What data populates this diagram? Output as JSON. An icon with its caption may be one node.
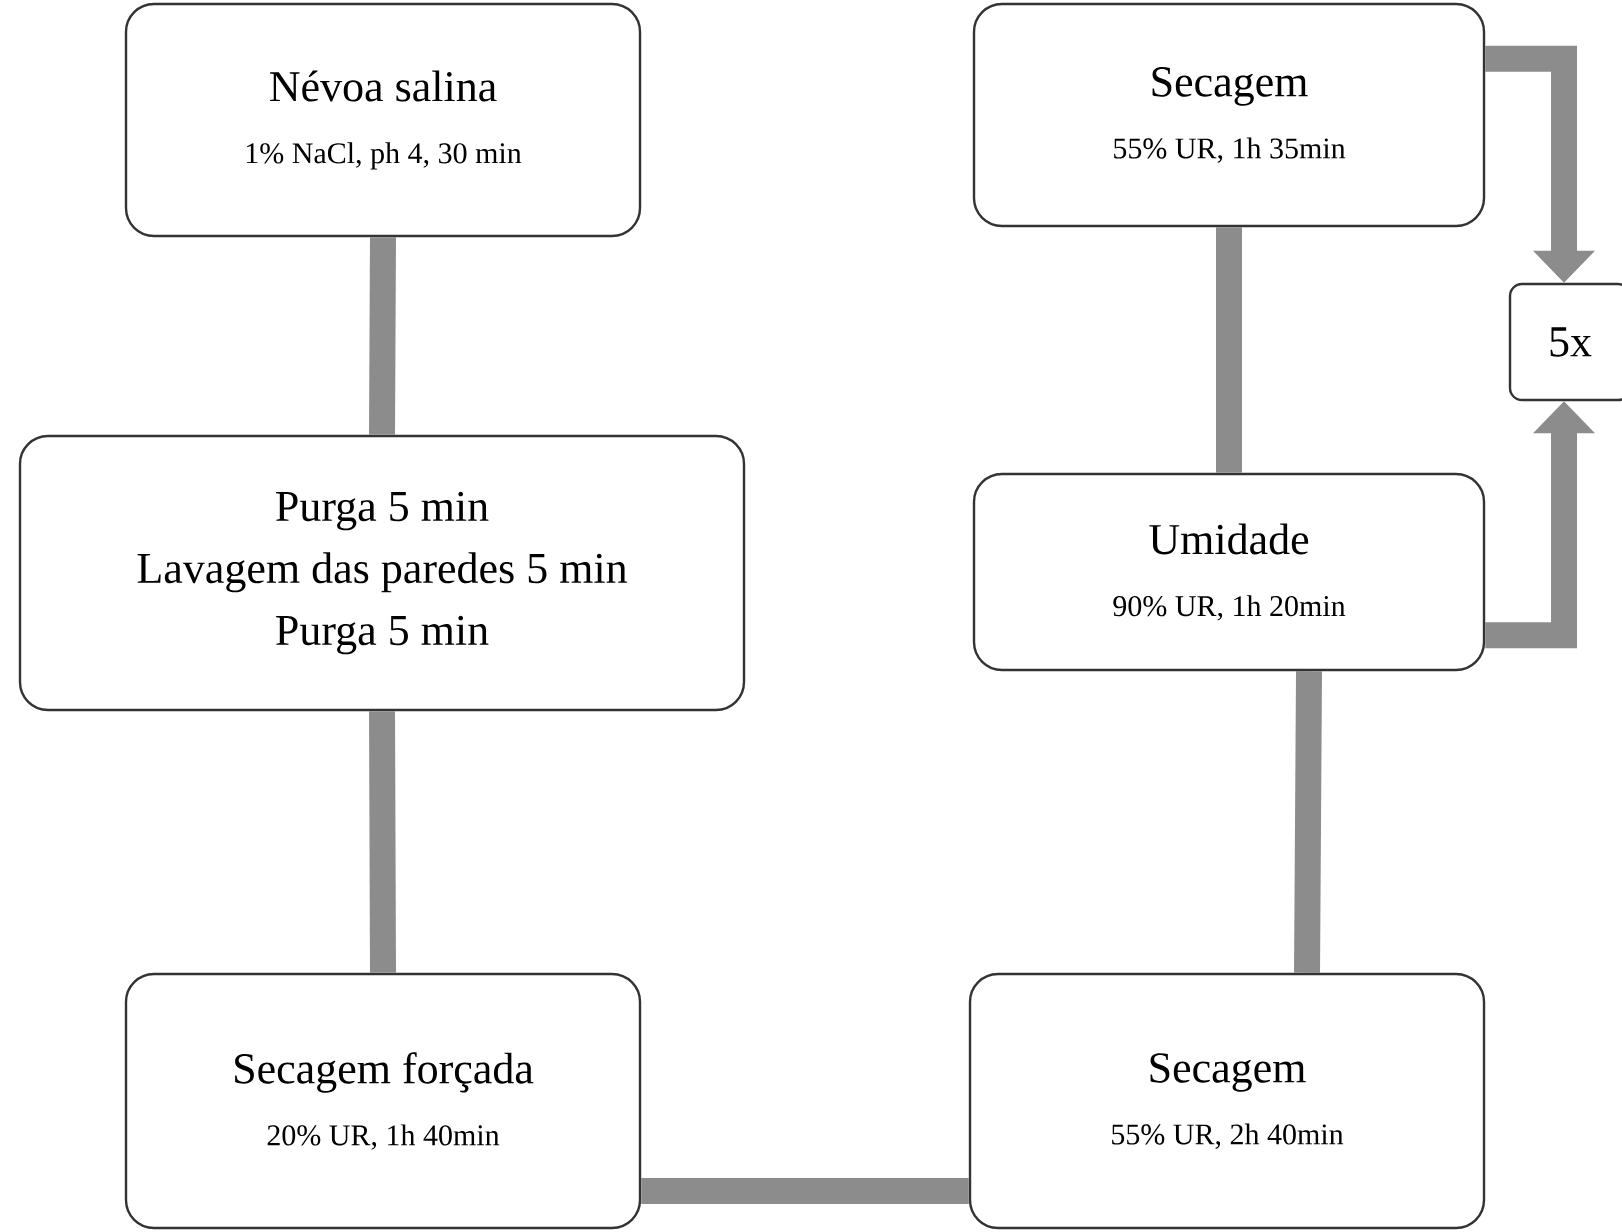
{
  "diagram": {
    "nodes": [
      {
        "text": [
          "Névoa salina",
          "1% NaCl, ph 4, 30 min"
        ]
      },
      {
        "text": [
          "Purga 5 min",
          "Lavagem das paredes 5 min",
          "Purga 5 min"
        ]
      },
      {
        "text": [
          "Secagem forçada",
          "20% UR, 1h 40min"
        ]
      },
      {
        "text": [
          "Secagem",
          "55% UR, 2h 40min"
        ]
      },
      {
        "text": [
          "Umidade",
          "90% UR, 1h 20min"
        ]
      },
      {
        "text": [
          "Secagem",
          "55% UR, 1h 35min"
        ]
      },
      {
        "text": [
          "5x"
        ]
      }
    ],
    "edges": [
      {
        "from": 0,
        "to": 1,
        "arrow": "none"
      },
      {
        "from": 1,
        "to": 2,
        "arrow": "none"
      },
      {
        "from": 2,
        "to": 3,
        "arrow": "none"
      },
      {
        "from": 3,
        "to": 4,
        "arrow": "none"
      },
      {
        "from": 4,
        "to": 5,
        "arrow": "none"
      },
      {
        "from": 5,
        "to": 6,
        "arrow": "to"
      },
      {
        "from": 4,
        "to": 6,
        "arrow": "to"
      }
    ]
  }
}
